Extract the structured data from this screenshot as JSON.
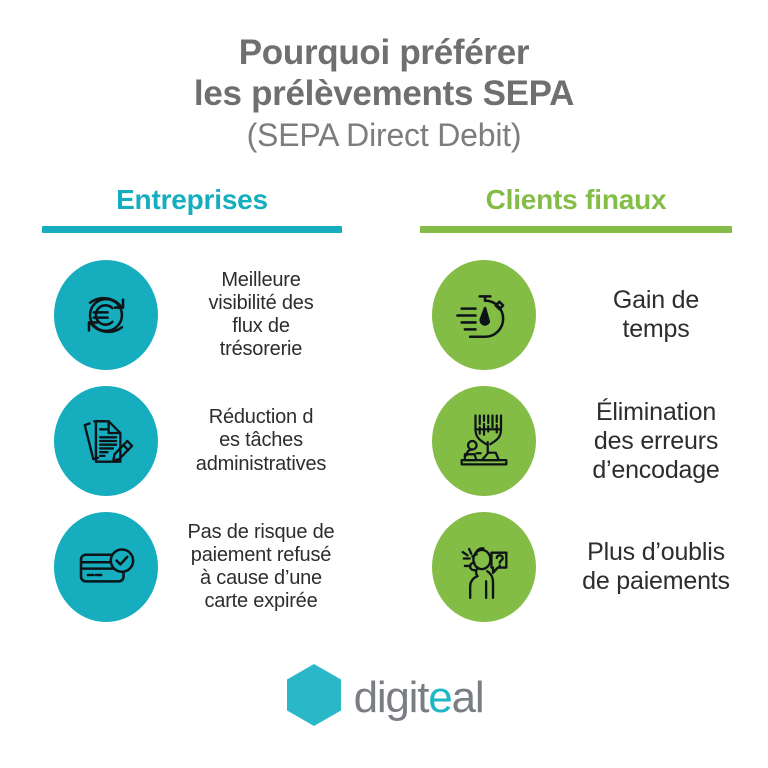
{
  "theme": {
    "background": "#ffffff",
    "teal": "#16aebe",
    "green": "#84bd46",
    "title_gray": "#6e6f71",
    "subtitle_gray": "#7c7d7f",
    "body_text": "#2e2c2d",
    "logo_gray": "#7b7d85",
    "logo_accent": "#1fb6c6"
  },
  "title": {
    "line1": "Pourquoi préférer",
    "line2": "les prélèvements SEPA",
    "line3": "(SEPA Direct Debit)"
  },
  "columns": [
    {
      "id": "entreprises",
      "header": "Entreprises",
      "accent": "#16aebe",
      "items": [
        {
          "icon": "euro-cycle-icon",
          "label": "Meilleure visibilité des flux de trésorerie",
          "lines": [
            "Meilleure",
            "visibilité des",
            "flux de",
            "trésorerie"
          ]
        },
        {
          "icon": "documents-pencil-icon",
          "label": "Réduction d es tâches administratives",
          "lines": [
            "Réduction d",
            "es tâches",
            "administratives"
          ]
        },
        {
          "icon": "credit-card-check-icon",
          "label": "Pas de risque de paiement refusé à cause d’une carte expirée",
          "lines": [
            "Pas de risque de",
            "paiement refusé",
            "à cause d’une",
            "carte expirée"
          ]
        }
      ]
    },
    {
      "id": "clients-finaux",
      "header": "Clients finaux",
      "accent": "#84bd46",
      "items": [
        {
          "icon": "fast-stopwatch-icon",
          "label": "Gain de temps",
          "lines": [
            "Gain de",
            "temps"
          ]
        },
        {
          "icon": "data-entry-person-icon",
          "label": "Élimination des erreurs d’encodage",
          "lines": [
            "Élimination",
            "des erreurs",
            "d’encodage"
          ]
        },
        {
          "icon": "confused-person-icon",
          "label": "Plus d’oublis de paiements",
          "lines": [
            "Plus d’oublis",
            "de paiements"
          ]
        }
      ]
    }
  ],
  "logo": {
    "mark": "hexagon-logo-icon",
    "text_primary": "digit",
    "text_accent": "e",
    "text_suffix": "al",
    "full_text": "digiteal"
  }
}
